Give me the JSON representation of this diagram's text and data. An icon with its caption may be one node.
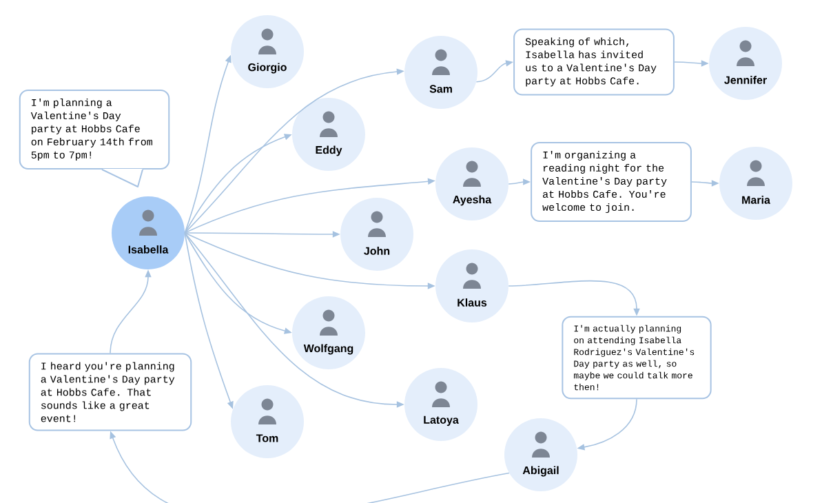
{
  "diagram": {
    "nodes": [
      {
        "text": [
          "Isabella"
        ]
      },
      {
        "text": [
          "I'm planning a Valentine's Day party at Hobbs Cafe on February 14th from 5pm to 7pm!"
        ]
      },
      {
        "text": [
          "Giorgio"
        ]
      },
      {
        "text": [
          "Sam"
        ]
      },
      {
        "text": [
          "Speaking of which, Isabella has invited us to a Valentine's Day party at Hobbs Cafe."
        ]
      },
      {
        "text": [
          "Jennifer"
        ]
      },
      {
        "text": [
          "Eddy"
        ]
      },
      {
        "text": [
          "Ayesha"
        ]
      },
      {
        "text": [
          "I'm organizing a reading night for the Valentine's Day party at Hobbs Cafe. You're welcome to join."
        ]
      },
      {
        "text": [
          "Maria"
        ]
      },
      {
        "text": [
          "John"
        ]
      },
      {
        "text": [
          "Klaus"
        ]
      },
      {
        "text": [
          "I'm actually planning on attending Isabella Rodriguez's Valentine's Day party as well, so maybe we could talk more then!"
        ]
      },
      {
        "text": [
          "Wolfgang"
        ]
      },
      {
        "text": [
          "Latoya"
        ]
      },
      {
        "text": [
          "Tom"
        ]
      },
      {
        "text": [
          "Abigail"
        ]
      },
      {
        "text": [
          "I heard you're planning a Valentine's Day party at Hobbs Cafe. That sounds like a great event!"
        ]
      }
    ],
    "edges": [
      {
        "from": 0,
        "to": 2,
        "arrow": "to"
      },
      {
        "from": 0,
        "to": 3,
        "arrow": "to"
      },
      {
        "from": 0,
        "to": 6,
        "arrow": "to"
      },
      {
        "from": 0,
        "to": 7,
        "arrow": "to"
      },
      {
        "from": 0,
        "to": 10,
        "arrow": "to"
      },
      {
        "from": 0,
        "to": 11,
        "arrow": "to"
      },
      {
        "from": 0,
        "to": 13,
        "arrow": "to"
      },
      {
        "from": 0,
        "to": 14,
        "arrow": "to"
      },
      {
        "from": 0,
        "to": 15,
        "arrow": "to"
      },
      {
        "from": 3,
        "to": 4,
        "arrow": "to"
      },
      {
        "from": 4,
        "to": 5,
        "arrow": "to"
      },
      {
        "from": 7,
        "to": 8,
        "arrow": "to"
      },
      {
        "from": 8,
        "to": 9,
        "arrow": "to"
      },
      {
        "from": 11,
        "to": 12,
        "arrow": "to"
      },
      {
        "from": 12,
        "to": 16,
        "arrow": "to"
      },
      {
        "from": 16,
        "to": 17,
        "arrow": "to"
      },
      {
        "from": 17,
        "to": 0,
        "arrow": "to"
      }
    ]
  }
}
